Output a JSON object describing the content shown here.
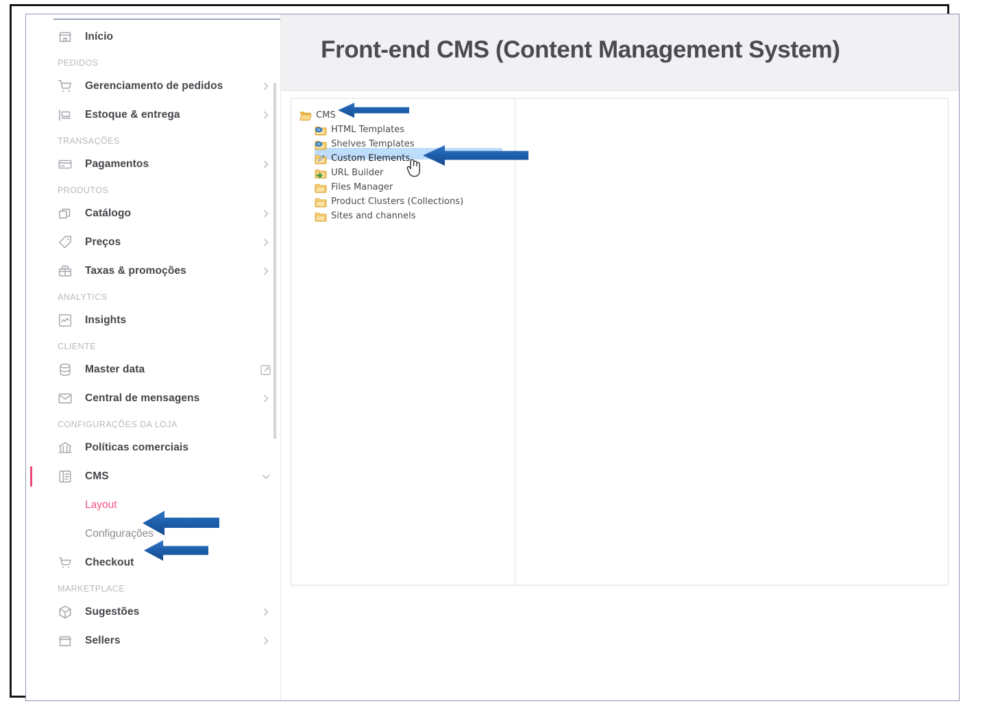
{
  "page": {
    "title": "Front-end CMS (Content Management System)"
  },
  "colors": {
    "accent_pink": "#f5537f",
    "active_bar": "#f0457a",
    "annotation_arrow": "#1d5fab",
    "tree_selection": "#bedcfb",
    "header_bg": "#f1f1f3",
    "folder_yellow": "#f5c044"
  },
  "sidebar": {
    "home": {
      "label": "Início",
      "icon": "store-icon",
      "chevron": false
    },
    "sections": [
      {
        "label": "PEDIDOS",
        "items": [
          {
            "label": "Gerenciamento de pedidos",
            "icon": "cart-icon",
            "chevron": true
          },
          {
            "label": "Estoque & entrega",
            "icon": "pallet-icon",
            "chevron": true
          }
        ]
      },
      {
        "label": "TRANSAÇÕES",
        "items": [
          {
            "label": "Pagamentos",
            "icon": "card-icon",
            "chevron": true
          }
        ]
      },
      {
        "label": "PRODUTOS",
        "items": [
          {
            "label": "Catálogo",
            "icon": "catalog-icon",
            "chevron": true
          },
          {
            "label": "Preços",
            "icon": "tag-icon",
            "chevron": true
          },
          {
            "label": "Taxas & promoções",
            "icon": "gift-icon",
            "chevron": true
          }
        ]
      },
      {
        "label": "ANALYTICS",
        "items": [
          {
            "label": "Insights",
            "icon": "chart-icon",
            "chevron": false
          }
        ]
      },
      {
        "label": "CLIENTE",
        "items": [
          {
            "label": "Master data",
            "icon": "database-icon",
            "chevron": false,
            "external": true
          },
          {
            "label": "Central de mensagens",
            "icon": "envelope-icon",
            "chevron": true
          }
        ]
      },
      {
        "label": "CONFIGURAÇÕES DA LOJA",
        "items": [
          {
            "label": "Políticas comerciais",
            "icon": "bank-icon",
            "chevron": false
          },
          {
            "label": "CMS",
            "icon": "cms-icon",
            "chevron": false,
            "expanded": true,
            "active": true,
            "subitems": [
              {
                "label": "Layout",
                "selected": true
              },
              {
                "label": "Configurações",
                "selected": false
              }
            ]
          },
          {
            "label": "Checkout",
            "icon": "checkout-icon",
            "chevron": false
          }
        ]
      },
      {
        "label": "MARKETPLACE",
        "items": [
          {
            "label": "Sugestões",
            "icon": "box-icon",
            "chevron": true
          },
          {
            "label": "Sellers",
            "icon": "seller-icon",
            "chevron": true
          }
        ]
      }
    ]
  },
  "tree": {
    "root": {
      "label": "CMS",
      "icon": "folder-open-icon"
    },
    "children": [
      {
        "label": "HTML Templates",
        "icon": "folder-view-icon",
        "selected": false
      },
      {
        "label": "Shelves Templates",
        "icon": "folder-view-icon",
        "selected": false
      },
      {
        "label": "Custom Elements",
        "icon": "folder-edit-icon",
        "selected": true
      },
      {
        "label": "URL Builder",
        "icon": "folder-link-icon",
        "selected": false
      },
      {
        "label": "Files Manager",
        "icon": "folder-icon",
        "selected": false
      },
      {
        "label": "Product Clusters (Collections)",
        "icon": "folder-icon",
        "selected": false
      },
      {
        "label": "Sites and channels",
        "icon": "folder-icon",
        "selected": false
      }
    ]
  },
  "annotations": {
    "arrows": [
      {
        "name": "arrow-to-tree-root",
        "target": "CMS"
      },
      {
        "name": "arrow-to-custom-elements",
        "target": "Custom Elements"
      },
      {
        "name": "arrow-to-sidebar-cms",
        "target": "CMS"
      },
      {
        "name": "arrow-to-sidebar-layout",
        "target": "Layout"
      }
    ],
    "cursor": {
      "name": "hand-cursor",
      "over": "Custom Elements"
    }
  }
}
